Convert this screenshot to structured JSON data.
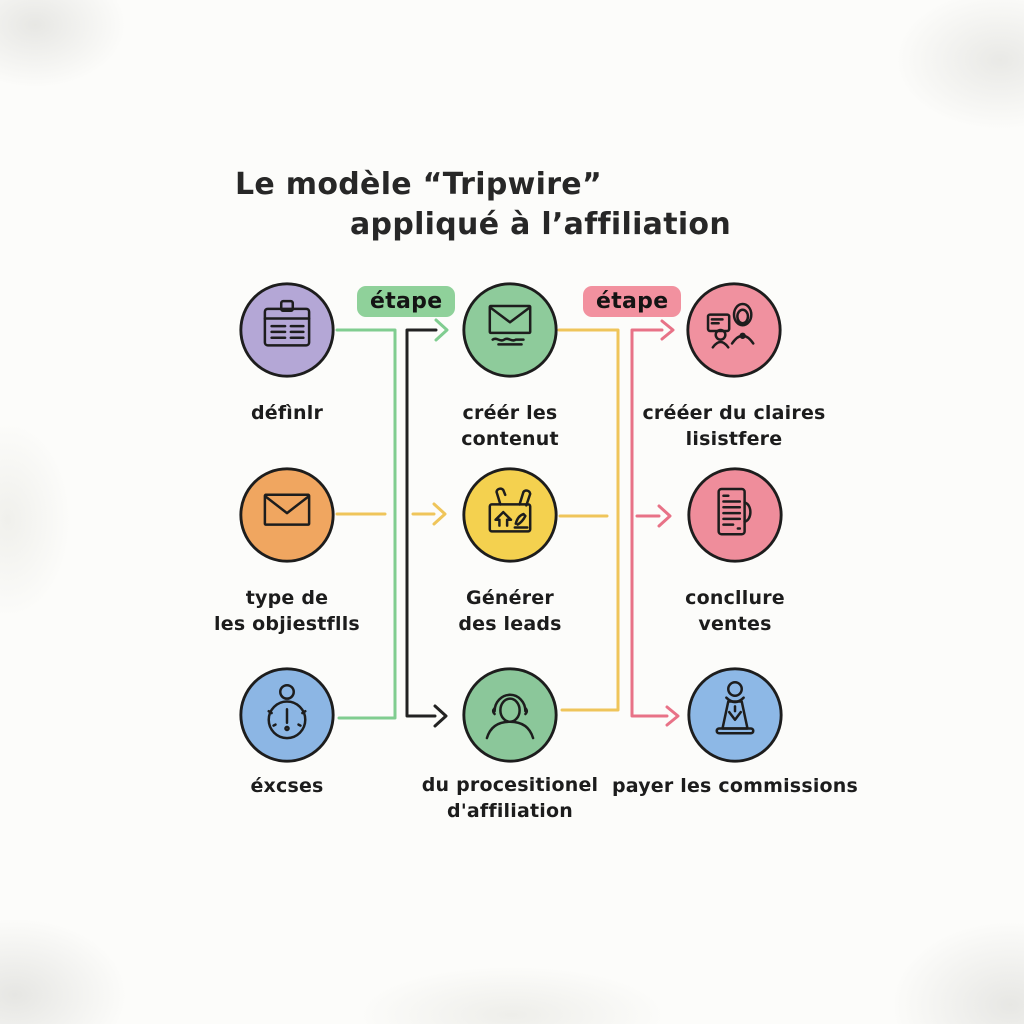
{
  "title": {
    "line1": "Le modèle “Tripwire”",
    "line2": "appliqué à l’affiliation"
  },
  "badges": [
    {
      "label": "étape",
      "color": "#8fd19a"
    },
    {
      "label": "étape",
      "color": "#f2919f"
    }
  ],
  "colors": {
    "green_line": "#80cd90",
    "black_line": "#222222",
    "yellow_line": "#efc55a",
    "pink_line": "#e87287",
    "circle_border": "#1d1d1d"
  },
  "nodes": [
    {
      "label": "défìnlr",
      "icon": "whiteboard-icon",
      "color": "#b4a7d6"
    },
    {
      "label": "créér les\ncontenut",
      "icon": "envelope-lines-icon",
      "color": "#8ecb9b"
    },
    {
      "label": "crééer du claires\nlisistfere",
      "icon": "people-presentation-icon",
      "color": "#f0919f"
    },
    {
      "label": "type de\nles objiestflls",
      "icon": "envelope-icon",
      "color": "#f0a660"
    },
    {
      "label": "Générer\ndes leads",
      "icon": "lead-box-icon",
      "color": "#f4d14f"
    },
    {
      "label": "concllure\nventes",
      "icon": "document-icon",
      "color": "#ef8d9b"
    },
    {
      "label": "éxcses",
      "icon": "stopwatch-icon",
      "color": "#8cb6e4"
    },
    {
      "label": "du procesitionel\nd'affiliation",
      "icon": "person-icon",
      "color": "#8bc79a"
    },
    {
      "label": "payer les commissions",
      "icon": "person-podium-icon",
      "color": "#8db8e6"
    }
  ]
}
